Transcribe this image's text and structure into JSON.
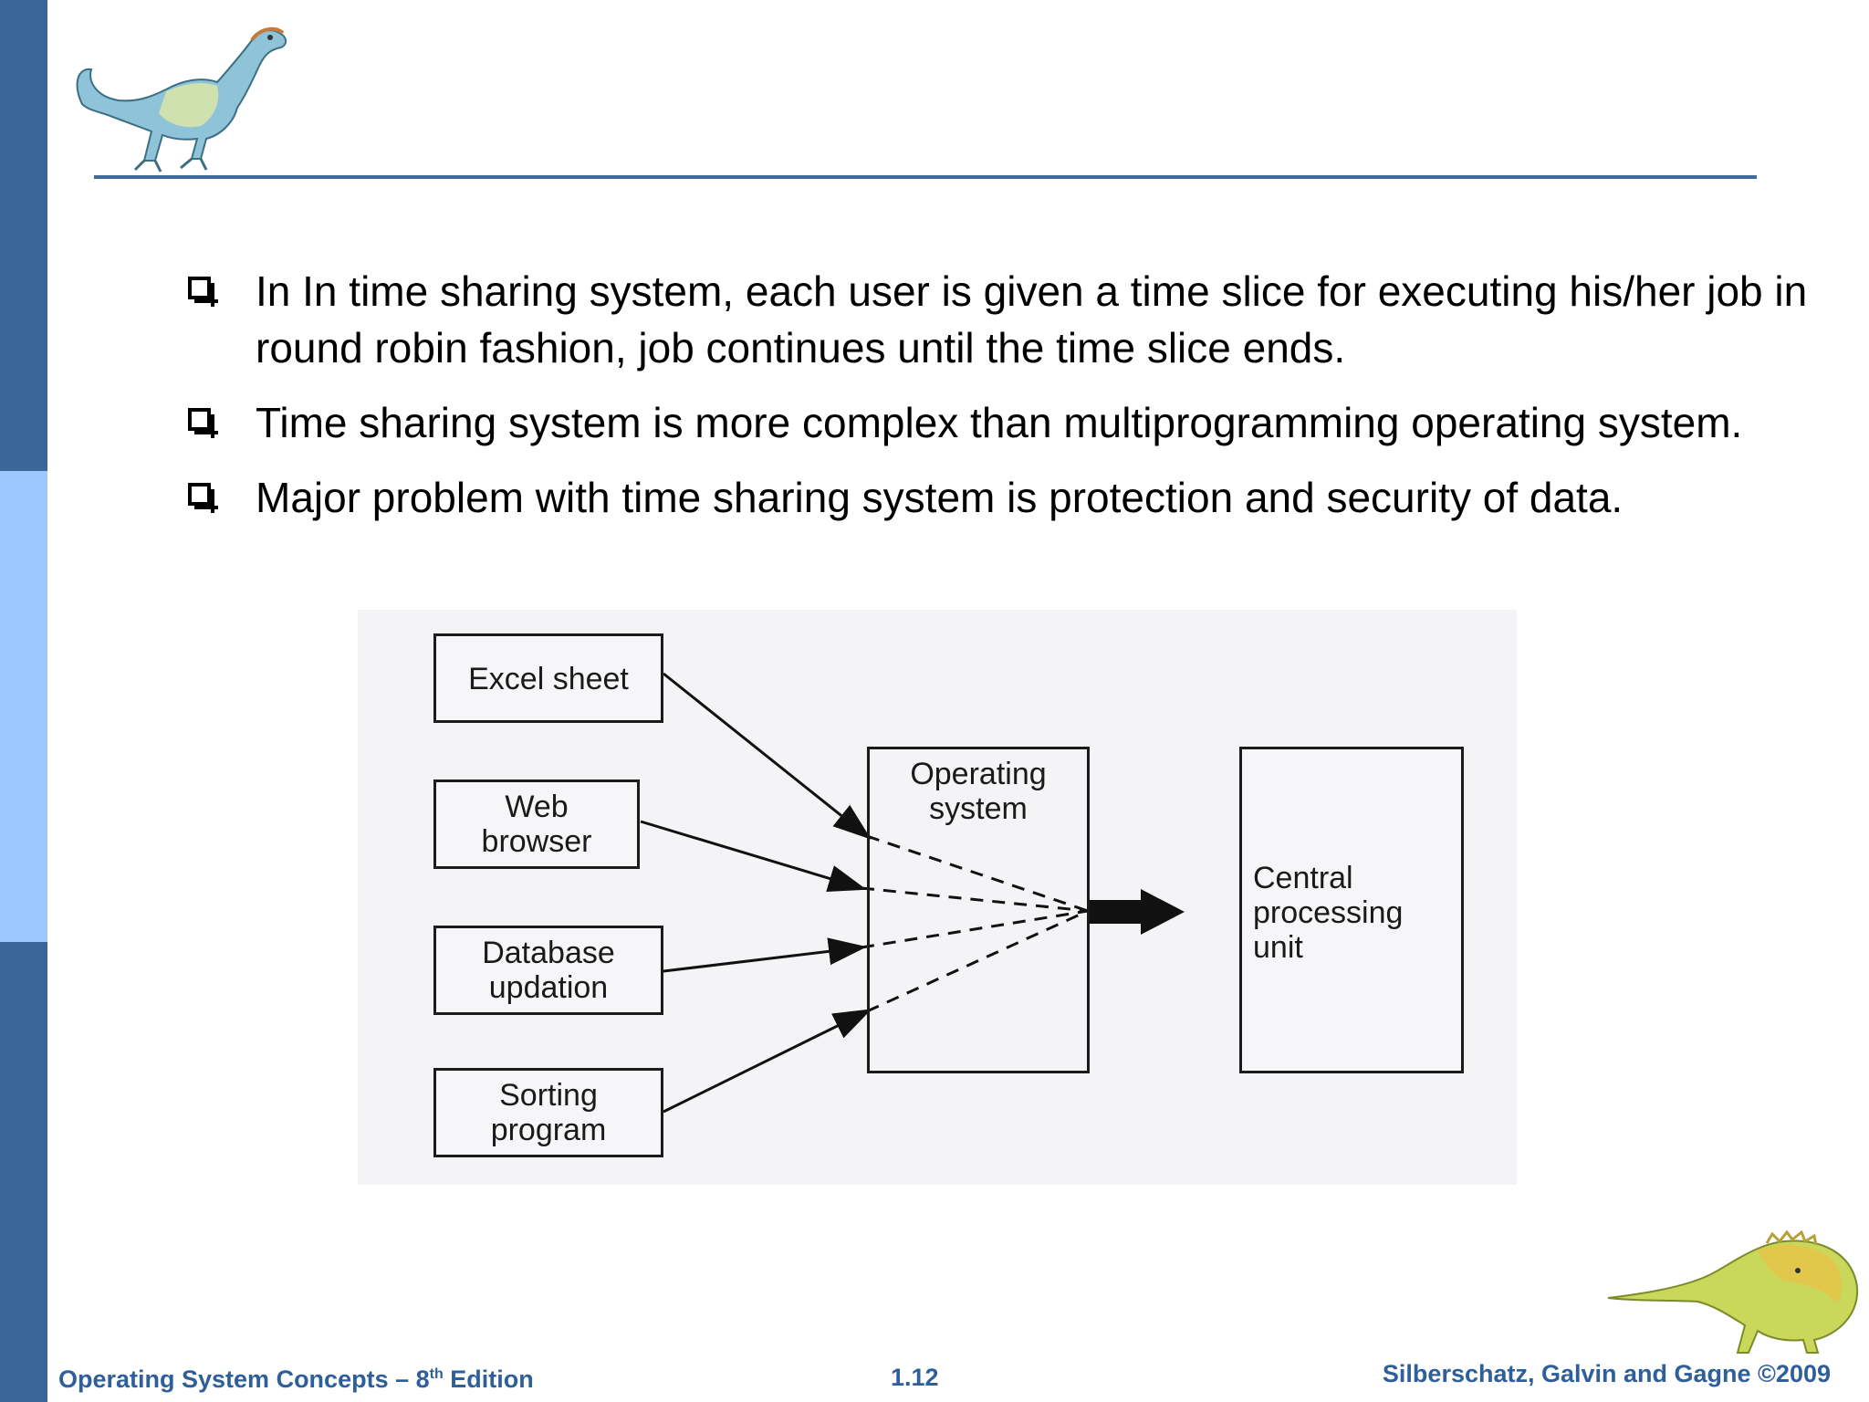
{
  "slide": {
    "bullets": [
      "In In time sharing system, each user is given a time slice for executing his/her job in round robin fashion, job continues until the time slice ends.",
      "Time sharing system is more complex than multiprogramming operating system.",
      "Major problem with time sharing system is protection and security of data."
    ]
  },
  "diagram": {
    "jobs": [
      "Excel sheet",
      "Web browser",
      "Database updation",
      "Sorting program"
    ],
    "os_label": "Operating system",
    "cpu_label": "Central processing unit"
  },
  "footer": {
    "book_title": "Operating System Concepts – 8",
    "edition_sup": "th",
    "edition_word": " Edition",
    "page_number": "1.12",
    "authors": "Silberschatz, Galvin and Gagne ©2009"
  },
  "colors": {
    "sidebar_dark": "#3a6699",
    "sidebar_light": "#9cc8ff",
    "footer_text": "#2f5f9a",
    "rule": "#3f6a9e"
  },
  "icons": {
    "top_mascot": "dinosaur-icon",
    "bottom_mascot": "dinosaur-icon"
  }
}
